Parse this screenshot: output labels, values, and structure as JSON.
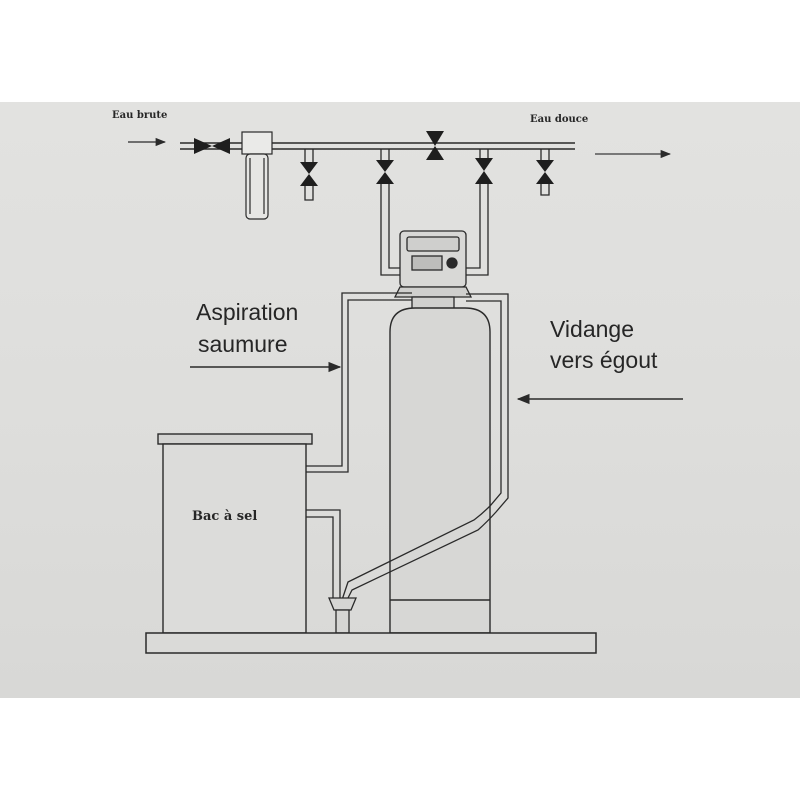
{
  "labels": {
    "raw_water": "Eau brute",
    "soft_water": "Eau douce",
    "brine_suction_line1": "Aspiration",
    "brine_suction_line2": "saumure",
    "drain_line1": "Vidange",
    "drain_line2": "vers égout",
    "salt_tank": "Bac à sel"
  },
  "icons": {
    "valve": "bowtie-valve-icon",
    "filter": "cartridge-filter-icon",
    "controller": "control-head-icon",
    "arrow": "arrow-right-icon"
  },
  "colors": {
    "background": "#dededc",
    "line": "#2a2a2a",
    "fill": "#d9d9d7"
  }
}
